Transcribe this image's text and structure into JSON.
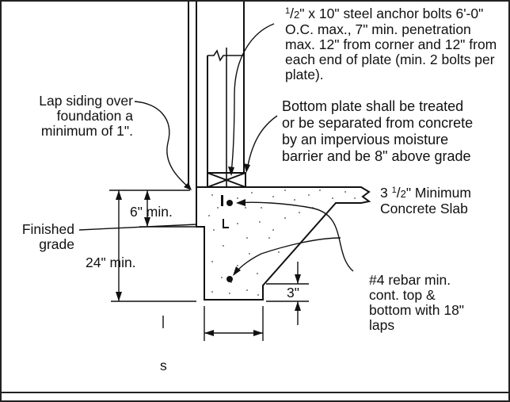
{
  "labels": {
    "anchor_bolts": {
      "frac_num": "1",
      "frac_den": "2",
      "line1_rest": "\" x 10\" steel anchor bolts 6'-0\"",
      "line2": "O.C. max., 7\" min. penetration",
      "line3": "max. 12\" from corner and 12\" from",
      "line4": "each end of plate (min. 2 bolts per",
      "line5": "plate)."
    },
    "lap_siding": {
      "line1": "Lap siding over",
      "line2": "foundation a",
      "line3": "minimum of 1\"."
    },
    "bottom_plate": {
      "line1": "Bottom plate shall be treated",
      "line2": "or be separated from concrete",
      "line3": "by an impervious moisture",
      "line4": "barrier and be 8\" above grade"
    },
    "slab": {
      "prefix": "3 ",
      "frac_num": "1",
      "frac_den": "2",
      "line1_rest": "\" Minimum",
      "line2": "Concrete Slab"
    },
    "six_min": "6\" min.",
    "finished_grade": {
      "line1": "Finished",
      "line2": "grade"
    },
    "twentyfour_min": "24\" min.",
    "three_in": "3\"",
    "rebar": {
      "line1": "#4 rebar min.",
      "line2": "cont. top &",
      "line3": "bottom with 18\"",
      "line4": "laps"
    },
    "s_label": "s"
  },
  "colors": {
    "ink": "#111111",
    "concrete": "#ffffff",
    "border": "#222222"
  }
}
